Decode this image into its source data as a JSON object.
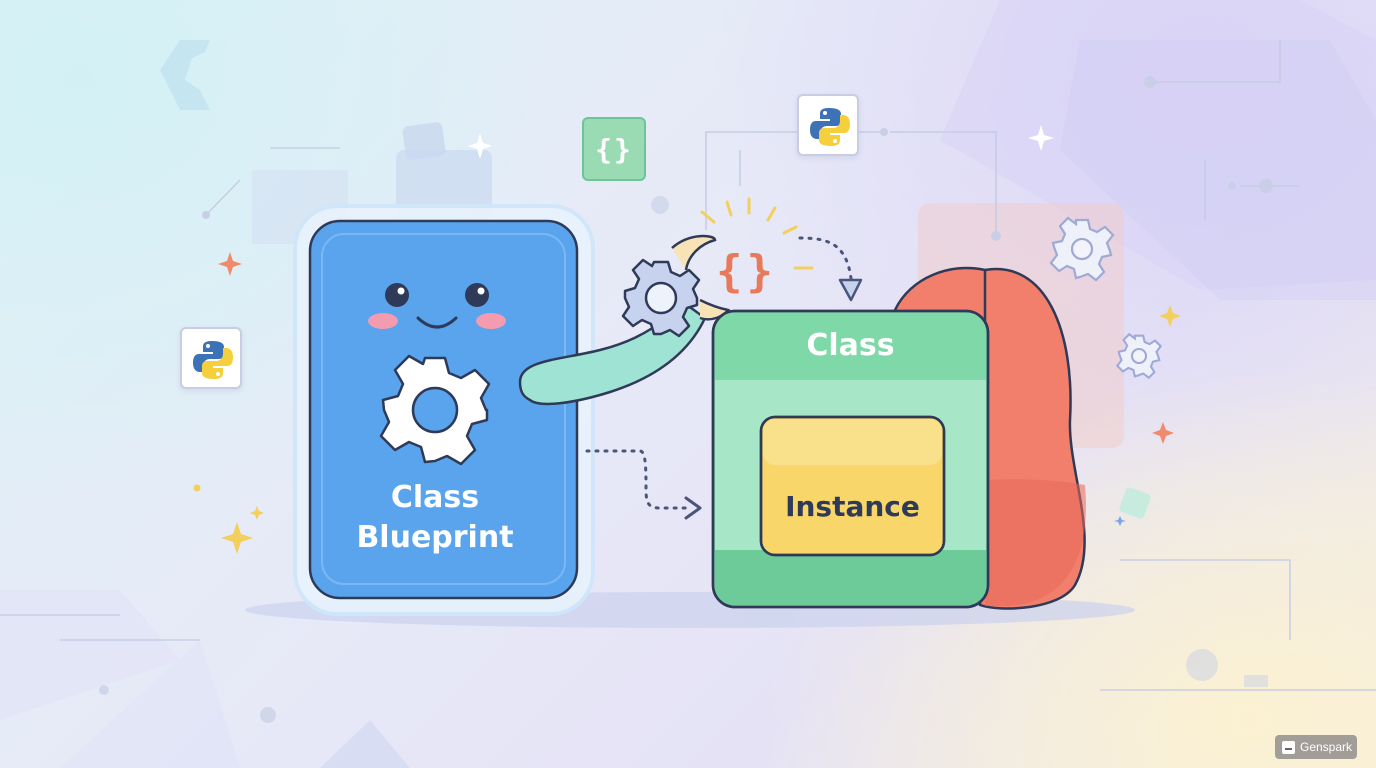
{
  "blueprint_card": {
    "line1": "Class",
    "line2": "Blueprint"
  },
  "class_box": {
    "title": "Class",
    "instance_label": "Instance"
  },
  "code_tile": {
    "braces": "{}"
  },
  "floating_braces": "{}",
  "watermark": {
    "text": "Genspark"
  },
  "icons": [
    "python-logo-icon",
    "curly-braces-icon",
    "gear-icon",
    "sparkle-icon",
    "dotted-arrow-icon"
  ],
  "colors": {
    "blueprint_blue": "#5aa4ee",
    "class_green": "#7fd8a8",
    "instance_yellow": "#f8d66a",
    "blob_coral": "#f17f6b",
    "outline": "#2e3a57",
    "arm_mint": "#9ee3d3"
  }
}
